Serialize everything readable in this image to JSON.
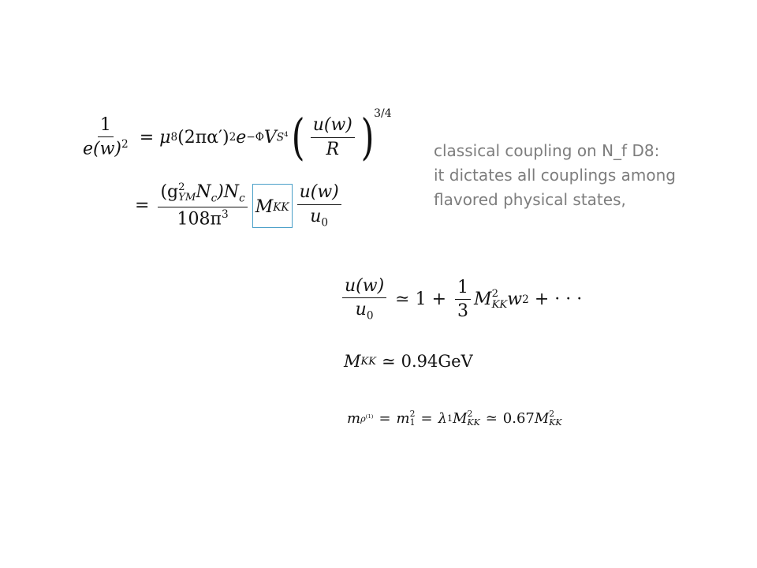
{
  "annotation": {
    "lines": [
      "classical coupling on N_f D8:",
      "it dictates all couplings among",
      "flavored physical states,"
    ]
  },
  "equations": {
    "eq1": {
      "lhs_num": "1",
      "lhs_den": "e(w)",
      "lhs_den_exp": "2",
      "eq": "=",
      "mu": "μ",
      "mu_sub": "8",
      "paren_open": "(2πα′)",
      "paren_exp": "2",
      "e": "e",
      "e_exp": "−Φ",
      "V": "V",
      "V_sub": "S",
      "V_sub_exp": "4",
      "frac_num": "u(w)",
      "frac_den": "R",
      "outer_exp": "3/4"
    },
    "eq2": {
      "eq": "=",
      "num_open": "(g",
      "num_g_sup": "2",
      "num_g_sub": "YM",
      "num_rest": "N",
      "num_nc_sub": "c",
      "num_close": ")N",
      "num_nc2_sub": "c",
      "den": "108π",
      "den_exp": "3",
      "M": "M",
      "M_sub": "KK",
      "frac2_num": "u(w)",
      "frac2_den": "u",
      "frac2_den_sub": "0"
    },
    "eq3": {
      "frac_num": "u(w)",
      "frac_den": "u",
      "frac_den_sub": "0",
      "approx": "≃",
      "one": "1",
      "plus": "+",
      "f_num": "1",
      "f_den": "3",
      "M": "M",
      "M_sup": "2",
      "M_sub": "KK",
      "w": "w",
      "w_sup": "2",
      "tail": "+ · · ·"
    },
    "eq4": {
      "M": "M",
      "M_sub": "KK",
      "approx": "≃",
      "value": "0.94GeV"
    },
    "eq5": {
      "m": "m",
      "m_sub": "ρ",
      "m_sub_sup": "(1)",
      "eq": "=",
      "m1": "m",
      "m1_sup": "2",
      "m1_sub": "1",
      "eq2": "=",
      "lambda": "λ",
      "lambda_sub": "1",
      "M": "M",
      "M_sup": "2",
      "M_sub": "KK",
      "approx": "≃",
      "coef": "0.67",
      "M2": "M",
      "M2_sup": "2",
      "M2_sub": "KK"
    }
  }
}
